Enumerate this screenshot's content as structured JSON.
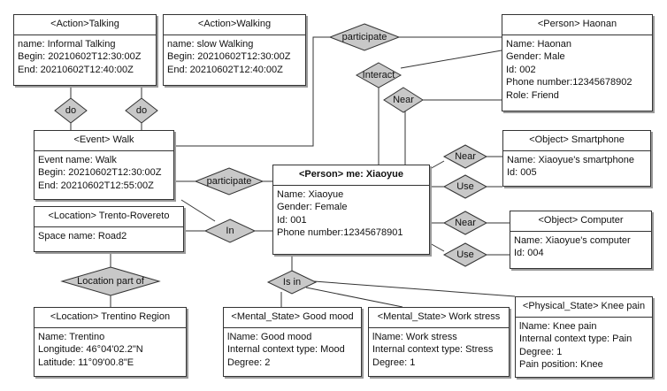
{
  "entities": {
    "talking": {
      "title": "<Action>Talking",
      "rows": [
        "name: Informal Talking",
        "Begin: 20210602T12:30:00Z",
        "End: 20210602T12:40:00Z"
      ]
    },
    "walking": {
      "title": "<Action>Walking",
      "rows": [
        "name: slow Walking",
        "Begin: 20210602T12:30:00Z",
        "End:  20210602T12:40:00Z"
      ]
    },
    "walk": {
      "title": "<Event> Walk",
      "rows": [
        "Event name: Walk",
        "Begin: 20210602T12:30:00Z",
        "End: 20210602T12:55:00Z"
      ]
    },
    "trento": {
      "title": "<Location> Trento-Rovereto",
      "rows": [
        "Space name: Road2"
      ]
    },
    "trentino": {
      "title": "<Location> Trentino Region",
      "rows": [
        "Name: Trentino",
        "Longitude: 46°04'02.2\"N",
        "Latitude: 11°09'00.8\"E"
      ]
    },
    "me": {
      "title": "<Person> me: Xiaoyue",
      "rows": [
        "Name: Xiaoyue",
        "Gender: Female",
        "Id: 001",
        "Phone number:12345678901"
      ]
    },
    "haonan": {
      "title": "<Person> Haonan",
      "rows": [
        "Name: Haonan",
        "Gender: Male",
        "Id: 002",
        "Phone number:12345678902",
        "Role: Friend"
      ]
    },
    "smartphone": {
      "title": "<Object> Smartphone",
      "rows": [
        "Name: Xiaoyue's smartphone",
        "Id: 005"
      ]
    },
    "computer": {
      "title": "<Object> Computer",
      "rows": [
        "Name: Xiaoyue's computer",
        "Id: 004"
      ]
    },
    "goodmood": {
      "title": "<Mental_State> Good mood",
      "rows": [
        "lName: Good mood",
        "Internal context type: Mood",
        "Degree: 2"
      ]
    },
    "workstress": {
      "title": "<Mental_State> Work stress",
      "rows": [
        "lName: Work stress",
        "Internal context type: Stress",
        "Degree: 1"
      ]
    },
    "kneepain": {
      "title": "<Physical_State> Knee pain",
      "rows": [
        "lName: Knee pain",
        "Internal context type: Pain",
        "Degree: 1",
        "Pain position: Knee"
      ]
    }
  },
  "relations": {
    "do1": "do",
    "do2": "do",
    "participate_top": "participate",
    "interact": "Interact",
    "near_haonan": "Near",
    "participate_mid": "participate",
    "in": "In",
    "location_part_of": "Location part of",
    "near_smartphone": "Near",
    "use_smartphone": "Use",
    "near_computer": "Near",
    "use_computer": "Use",
    "is_in": "Is in"
  },
  "colors": {
    "diamond_fill": "#c8c8c8",
    "line": "#333333",
    "shadow": "#9a9a9a"
  }
}
